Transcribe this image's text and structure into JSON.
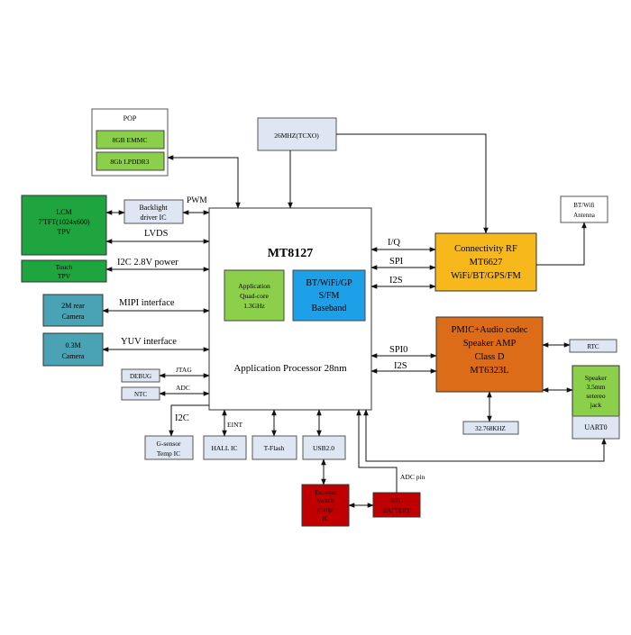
{
  "colors": {
    "green": "#1fa540",
    "light_green": "#8ccf4a",
    "teal": "#4aa3b4",
    "blue_box": "#dde6f2",
    "orange_yellow": "#f7b81c",
    "orange": "#dd6c18",
    "red": "#c00000",
    "cyan": "#1ea0e8",
    "white": "#ffffff",
    "stroke": "#333333"
  },
  "pop": {
    "title": "POP",
    "emmc": "8GB EMMC",
    "lpddr": "8Gb LPDDR3"
  },
  "tcxo": "26MHZ(TCXO)",
  "ap": {
    "name": "MT8127",
    "app_line1": "Application",
    "app_line2": "Quad-core",
    "app_line3": "1.3GHz",
    "bb_line1": "BT/WiFi/GP",
    "bb_line2": "S/FM",
    "bb_line3": "Baseband",
    "subtitle": "Application Processor 28nm"
  },
  "lcm": {
    "line1": "LCM",
    "line2": "7'TFT(1024x600)",
    "line3": "TPV"
  },
  "touch": {
    "line1": "Touch",
    "line2": "TPV"
  },
  "backlight": {
    "line1": "Backlight",
    "line2": "driver IC"
  },
  "rear_camera": {
    "line1": "2M rear",
    "line2": "Camera"
  },
  "front_camera": {
    "line1": "0.3M",
    "line2": "Camera"
  },
  "debug": "DEBUG",
  "ntc": "NTC",
  "gsensor": {
    "line1": "G-sensor",
    "line2": "Temp IC"
  },
  "hall": "HALL IC",
  "tflash": "T-Flash",
  "usb": "USB2.0",
  "ext_switch": {
    "line1": "External",
    "line2": "Switch",
    "line3": "charge",
    "line4": "IC"
  },
  "battery": {
    "line1": "NTC",
    "line2": "BATTERY"
  },
  "conn_rf": {
    "line1": "Connectivity RF",
    "line2": "MT6627",
    "line3": "WiFi/BT/GPS/FM"
  },
  "antenna": {
    "line1": "BT/Wifi",
    "line2": "Antenna"
  },
  "pmic": {
    "line1": "PMIC+Audio codec",
    "line2": "Speaker AMP",
    "line3": "Class D",
    "line4": "MT6323L"
  },
  "rtc": "RTC",
  "crystal": "32.768KHZ",
  "speaker": {
    "line1": "Speaker",
    "line2": "3.5mm",
    "line3": "setereo",
    "line4": "jack"
  },
  "uart": "UART0",
  "labels": {
    "pwm": "PWM",
    "lvds": "LVDS",
    "i2c_power": "I2C 2.8V power",
    "mipi": "MIPI interface",
    "yuv": "YUV interface",
    "jtag": "JTAG",
    "adc": "ADC",
    "i2c": "I2C",
    "eint": "EINT",
    "adc_pin": "ADC pin",
    "iq": "I/Q",
    "spi": "SPI",
    "i2s": "I2S",
    "spi0": "SPI0",
    "i2s_pmic": "I2S"
  }
}
